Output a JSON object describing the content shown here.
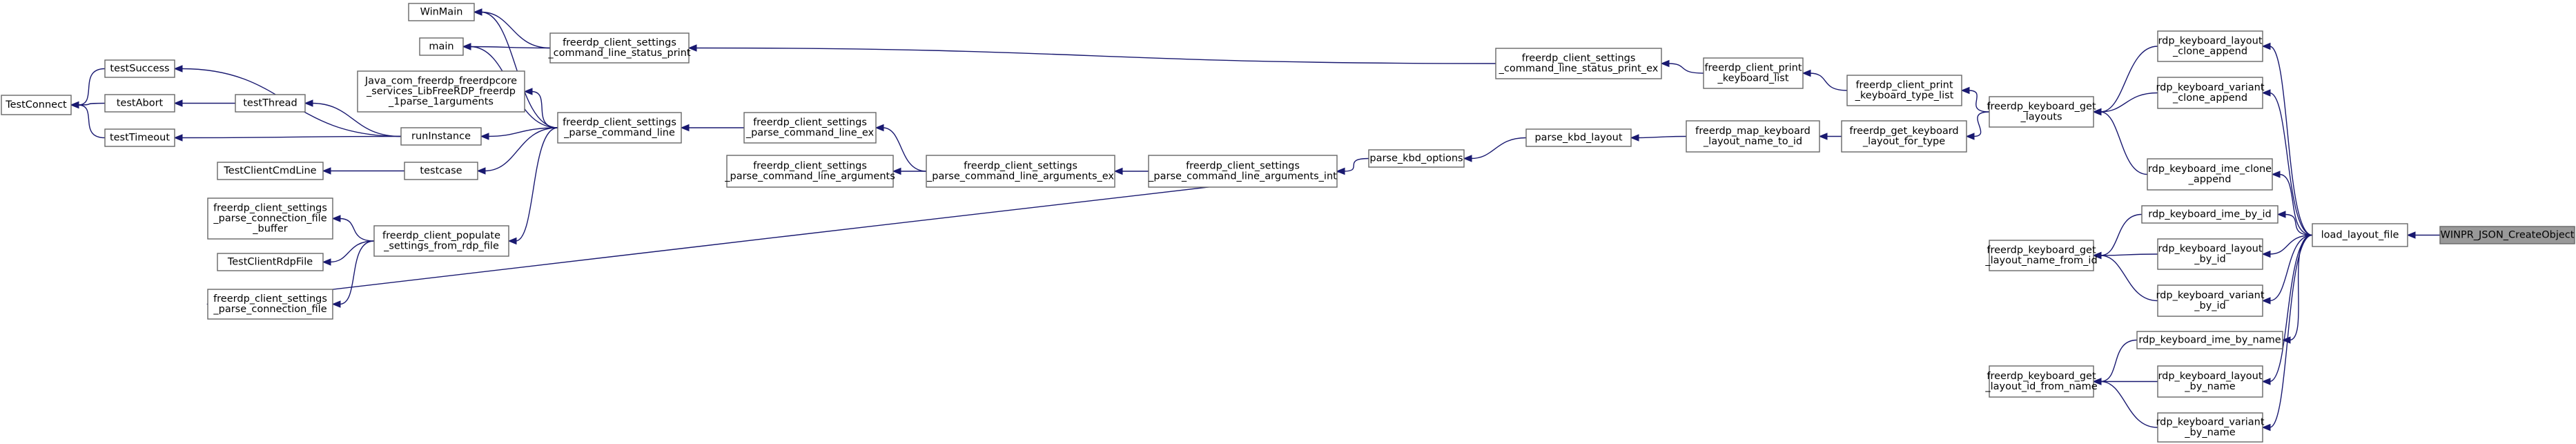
{
  "graph": {
    "root": "winpr_json_createobject",
    "nodes": [
      {
        "id": "testconnect",
        "lines": [
          "TestConnect"
        ]
      },
      {
        "id": "testsuccess",
        "lines": [
          "testSuccess"
        ]
      },
      {
        "id": "testabort",
        "lines": [
          "testAbort"
        ]
      },
      {
        "id": "testtimeout",
        "lines": [
          "testTimeout"
        ]
      },
      {
        "id": "testthread",
        "lines": [
          "testThread"
        ]
      },
      {
        "id": "winmain",
        "lines": [
          "WinMain"
        ]
      },
      {
        "id": "main",
        "lines": [
          "main"
        ]
      },
      {
        "id": "java_parse",
        "lines": [
          "Java_com_freerdp_freerdpcore",
          "_services_LibFreeRDP_freerdp",
          "_1parse_1arguments"
        ]
      },
      {
        "id": "runinstance",
        "lines": [
          "runInstance"
        ]
      },
      {
        "id": "testclientcmdline",
        "lines": [
          "TestClientCmdLine"
        ]
      },
      {
        "id": "testcase",
        "lines": [
          "testcase"
        ]
      },
      {
        "id": "parse_conn_file_buffer",
        "lines": [
          "freerdp_client_settings",
          "_parse_connection_file",
          "_buffer"
        ]
      },
      {
        "id": "testclientrdpfile",
        "lines": [
          "TestClientRdpFile"
        ]
      },
      {
        "id": "populate_settings",
        "lines": [
          "freerdp_client_populate",
          "_settings_from_rdp_file"
        ]
      },
      {
        "id": "parse_conn_file",
        "lines": [
          "freerdp_client_settings",
          "_parse_connection_file"
        ]
      },
      {
        "id": "cmdline_status_print",
        "lines": [
          "freerdp_client_settings",
          "_command_line_status_print"
        ]
      },
      {
        "id": "parse_command_line",
        "lines": [
          "freerdp_client_settings",
          "_parse_command_line"
        ]
      },
      {
        "id": "parse_command_line_ex",
        "lines": [
          "freerdp_client_settings",
          "_parse_command_line_ex"
        ]
      },
      {
        "id": "parse_cla",
        "lines": [
          "freerdp_client_settings",
          "_parse_command_line_arguments"
        ]
      },
      {
        "id": "parse_cla_ex",
        "lines": [
          "freerdp_client_settings",
          "_parse_command_line_arguments_ex"
        ]
      },
      {
        "id": "parse_cla_int",
        "lines": [
          "freerdp_client_settings",
          "_parse_command_line_arguments_int"
        ]
      },
      {
        "id": "parse_kbd_options",
        "lines": [
          "parse_kbd_options"
        ]
      },
      {
        "id": "cmdline_status_print_ex",
        "lines": [
          "freerdp_client_settings",
          "_command_line_status_print_ex"
        ]
      },
      {
        "id": "parse_kbd_layout",
        "lines": [
          "parse_kbd_layout"
        ]
      },
      {
        "id": "print_keyboard_list",
        "lines": [
          "freerdp_client_print",
          "_keyboard_list"
        ]
      },
      {
        "id": "map_keyboard_layout",
        "lines": [
          "freerdp_map_keyboard",
          "_layout_name_to_id"
        ]
      },
      {
        "id": "print_keyboard_type_list",
        "lines": [
          "freerdp_client_print",
          "_keyboard_type_list"
        ]
      },
      {
        "id": "get_keyboard_layout_for_type",
        "lines": [
          "freerdp_get_keyboard",
          "_layout_for_type"
        ]
      },
      {
        "id": "keyboard_get_layouts",
        "lines": [
          "freerdp_keyboard_get",
          "_layouts"
        ]
      },
      {
        "id": "layout_clone_append",
        "lines": [
          "rdp_keyboard_layout",
          "_clone_append"
        ]
      },
      {
        "id": "variant_clone_append",
        "lines": [
          "rdp_keyboard_variant",
          "_clone_append"
        ]
      },
      {
        "id": "ime_clone_append",
        "lines": [
          "rdp_keyboard_ime_clone",
          "_append"
        ]
      },
      {
        "id": "ime_by_id",
        "lines": [
          "rdp_keyboard_ime_by_id"
        ]
      },
      {
        "id": "get_layout_name_from_id",
        "lines": [
          "freerdp_keyboard_get",
          "_layout_name_from_id"
        ]
      },
      {
        "id": "layout_by_id",
        "lines": [
          "rdp_keyboard_layout",
          "_by_id"
        ]
      },
      {
        "id": "variant_by_id",
        "lines": [
          "rdp_keyboard_variant",
          "_by_id"
        ]
      },
      {
        "id": "ime_by_name",
        "lines": [
          "rdp_keyboard_ime_by_name"
        ]
      },
      {
        "id": "get_layout_id_from_name",
        "lines": [
          "freerdp_keyboard_get",
          "_layout_id_from_name"
        ]
      },
      {
        "id": "layout_by_name",
        "lines": [
          "rdp_keyboard_layout",
          "_by_name"
        ]
      },
      {
        "id": "variant_by_name",
        "lines": [
          "rdp_keyboard_variant",
          "_by_name"
        ]
      },
      {
        "id": "load_layout_file",
        "lines": [
          "load_layout_file"
        ]
      },
      {
        "id": "winpr_json_createobject",
        "lines": [
          "WINPR_JSON_CreateObject"
        ]
      }
    ],
    "edges": [
      [
        "load_layout_file",
        "winpr_json_createobject"
      ],
      [
        "ime_by_id",
        "load_layout_file"
      ],
      [
        "layout_by_id",
        "load_layout_file"
      ],
      [
        "variant_by_id",
        "load_layout_file"
      ],
      [
        "ime_by_name",
        "load_layout_file"
      ],
      [
        "layout_by_name",
        "load_layout_file"
      ],
      [
        "variant_by_name",
        "load_layout_file"
      ],
      [
        "layout_clone_append",
        "load_layout_file"
      ],
      [
        "variant_clone_append",
        "load_layout_file"
      ],
      [
        "ime_clone_append",
        "load_layout_file"
      ],
      [
        "keyboard_get_layouts",
        "layout_clone_append"
      ],
      [
        "keyboard_get_layouts",
        "variant_clone_append"
      ],
      [
        "keyboard_get_layouts",
        "ime_clone_append"
      ],
      [
        "get_layout_name_from_id",
        "ime_by_id"
      ],
      [
        "get_layout_name_from_id",
        "layout_by_id"
      ],
      [
        "get_layout_name_from_id",
        "variant_by_id"
      ],
      [
        "get_layout_id_from_name",
        "ime_by_name"
      ],
      [
        "get_layout_id_from_name",
        "layout_by_name"
      ],
      [
        "get_layout_id_from_name",
        "variant_by_name"
      ],
      [
        "print_keyboard_type_list",
        "keyboard_get_layouts"
      ],
      [
        "get_keyboard_layout_for_type",
        "keyboard_get_layouts"
      ],
      [
        "print_keyboard_list",
        "print_keyboard_type_list"
      ],
      [
        "map_keyboard_layout",
        "get_keyboard_layout_for_type"
      ],
      [
        "cmdline_status_print_ex",
        "print_keyboard_list"
      ],
      [
        "parse_kbd_layout",
        "map_keyboard_layout"
      ],
      [
        "cmdline_status_print",
        "cmdline_status_print_ex"
      ],
      [
        "parse_kbd_options",
        "parse_kbd_layout"
      ],
      [
        "parse_cla_int",
        "parse_kbd_options"
      ],
      [
        "parse_cla_ex",
        "parse_cla_int"
      ],
      [
        "parse_command_line_ex",
        "parse_cla_ex"
      ],
      [
        "parse_cla",
        "parse_cla_ex"
      ],
      [
        "parse_command_line",
        "parse_command_line_ex"
      ],
      [
        "winmain",
        "cmdline_status_print"
      ],
      [
        "main",
        "cmdline_status_print"
      ],
      [
        "winmain",
        "parse_command_line"
      ],
      [
        "main",
        "parse_command_line"
      ],
      [
        "java_parse",
        "parse_command_line"
      ],
      [
        "runinstance",
        "parse_command_line"
      ],
      [
        "testcase",
        "parse_command_line"
      ],
      [
        "populate_settings",
        "parse_command_line"
      ],
      [
        "testsuccess",
        "runinstance"
      ],
      [
        "testthread",
        "runinstance"
      ],
      [
        "testtimeout",
        "runinstance"
      ],
      [
        "testclientcmdline",
        "testcase"
      ],
      [
        "testabort",
        "testthread"
      ],
      [
        "testconnect",
        "testsuccess"
      ],
      [
        "testconnect",
        "testabort"
      ],
      [
        "testconnect",
        "testtimeout"
      ],
      [
        "parse_conn_file_buffer",
        "populate_settings"
      ],
      [
        "testclientrdpfile",
        "populate_settings"
      ],
      [
        "parse_conn_file",
        "populate_settings"
      ],
      [
        "parse_cla_int",
        "parse_conn_file"
      ]
    ]
  }
}
